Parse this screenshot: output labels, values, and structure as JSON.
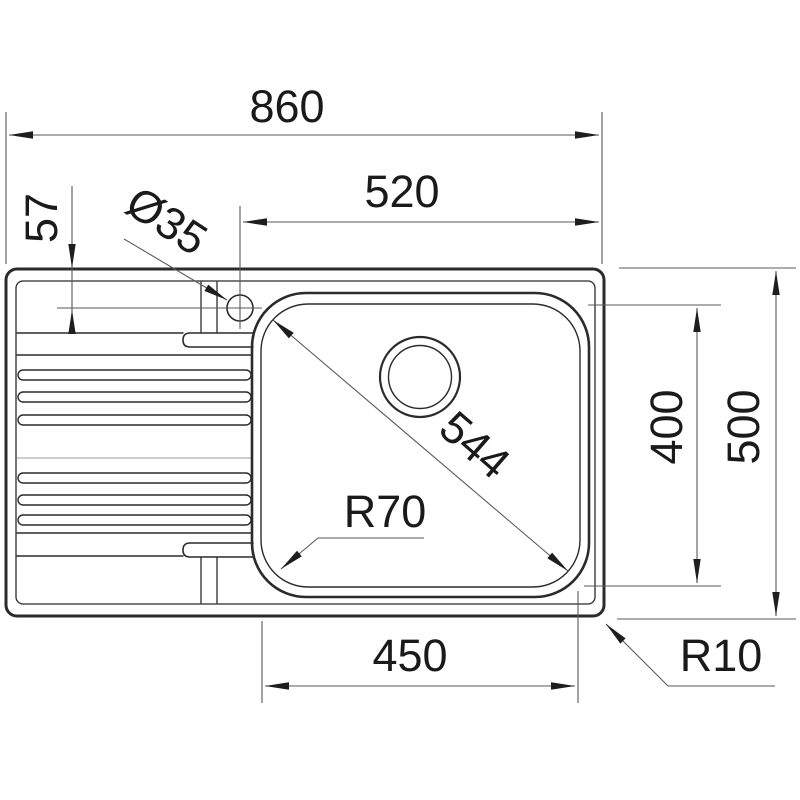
{
  "dimensions": {
    "overall_width": "860",
    "faucet_to_right_edge": "520",
    "top_edge_to_faucet_center": "57",
    "faucet_hole_diameter": "Ø35",
    "bowl_diagonal": "544",
    "bowl_corner_radius": "R70",
    "bowl_depth": "400",
    "overall_depth": "500",
    "bowl_width": "450",
    "outer_corner_radius": "R10"
  },
  "colors": {
    "outline": "#2b2b2b",
    "dim": "#5a5a5a",
    "arrow": "#1e1e1e",
    "text": "#1a1a1a",
    "light": "#9c9c9c",
    "background": "#ffffff"
  }
}
